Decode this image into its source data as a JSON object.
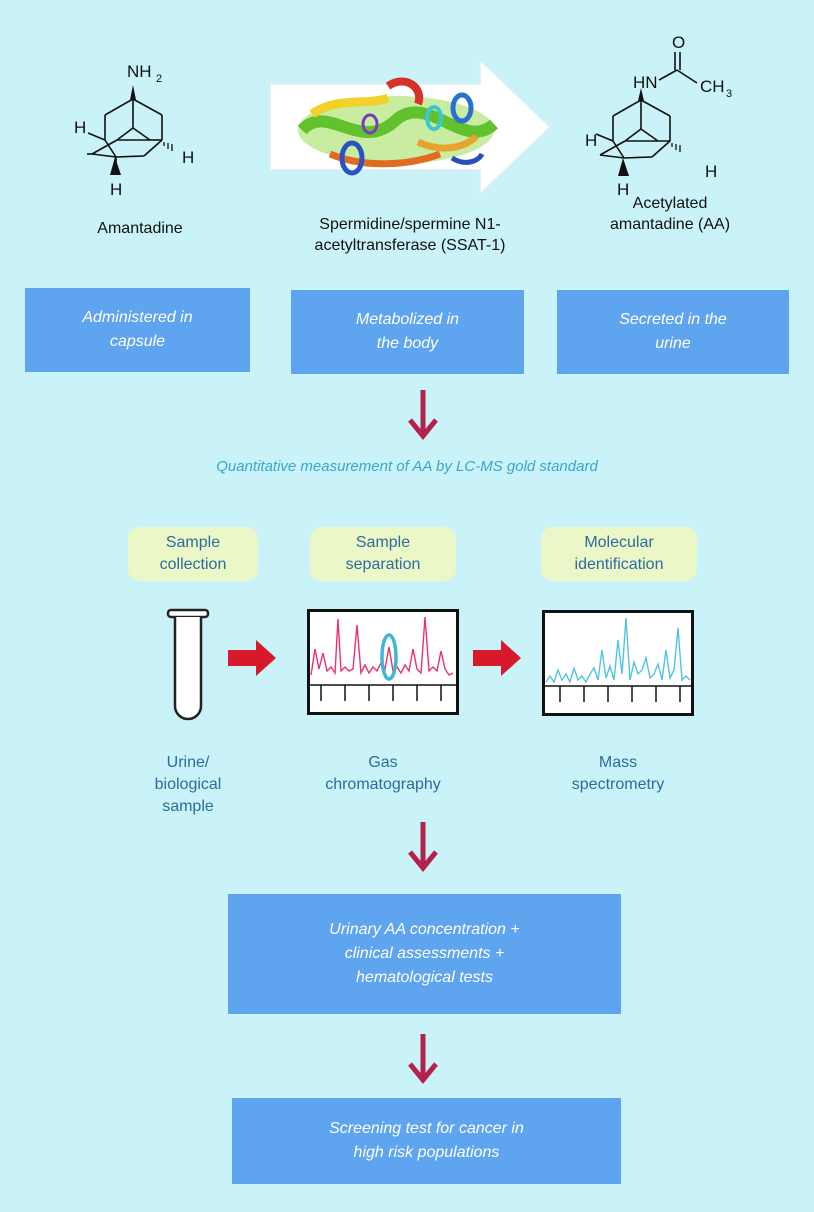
{
  "molecules": {
    "amantadine": {
      "name": "Amantadine",
      "nh2": "NH",
      "nh2_sub": "2",
      "h_left": "H",
      "h_right": "H",
      "h_bottom": "H"
    },
    "enzyme": {
      "name": "Spermidine/spermine N1-\nacetyltransferase (SSAT-1)"
    },
    "acetylated": {
      "name": "Acetylated\namantadine (AA)",
      "o": "O",
      "hn": "HN",
      "ch3": "CH",
      "ch3_sub": "3",
      "h_left": "H",
      "h_right": "H",
      "h_bottom": "H"
    }
  },
  "stage_boxes": [
    "Administered in\ncapsule",
    "Metabolized in\nthe body",
    "Secreted in the\nurine"
  ],
  "lcms_caption": "Quantitative measurement of AA by LC-MS gold standard",
  "steps": [
    {
      "title": "Sample\ncollection",
      "label": "Urine/\nbiological\nsample"
    },
    {
      "title": "Sample\nseparation",
      "label": "Gas\nchromatography"
    },
    {
      "title": "Molecular\nidentification",
      "label": "Mass\nspectrometry"
    }
  ],
  "result_box": "Urinary AA concentration +\nclinical assessments +\nhematological tests",
  "final_box": "Screening test for cancer in\nhigh risk populations",
  "colors": {
    "background": "#c9f3f8",
    "box": "#5fa4ee",
    "pill": "#ecf7c8",
    "arrow_down": "#b3224b",
    "arrow_right": "#d8192b",
    "gc_trace": "#e8336d",
    "ms_trace": "#52c4e0"
  }
}
